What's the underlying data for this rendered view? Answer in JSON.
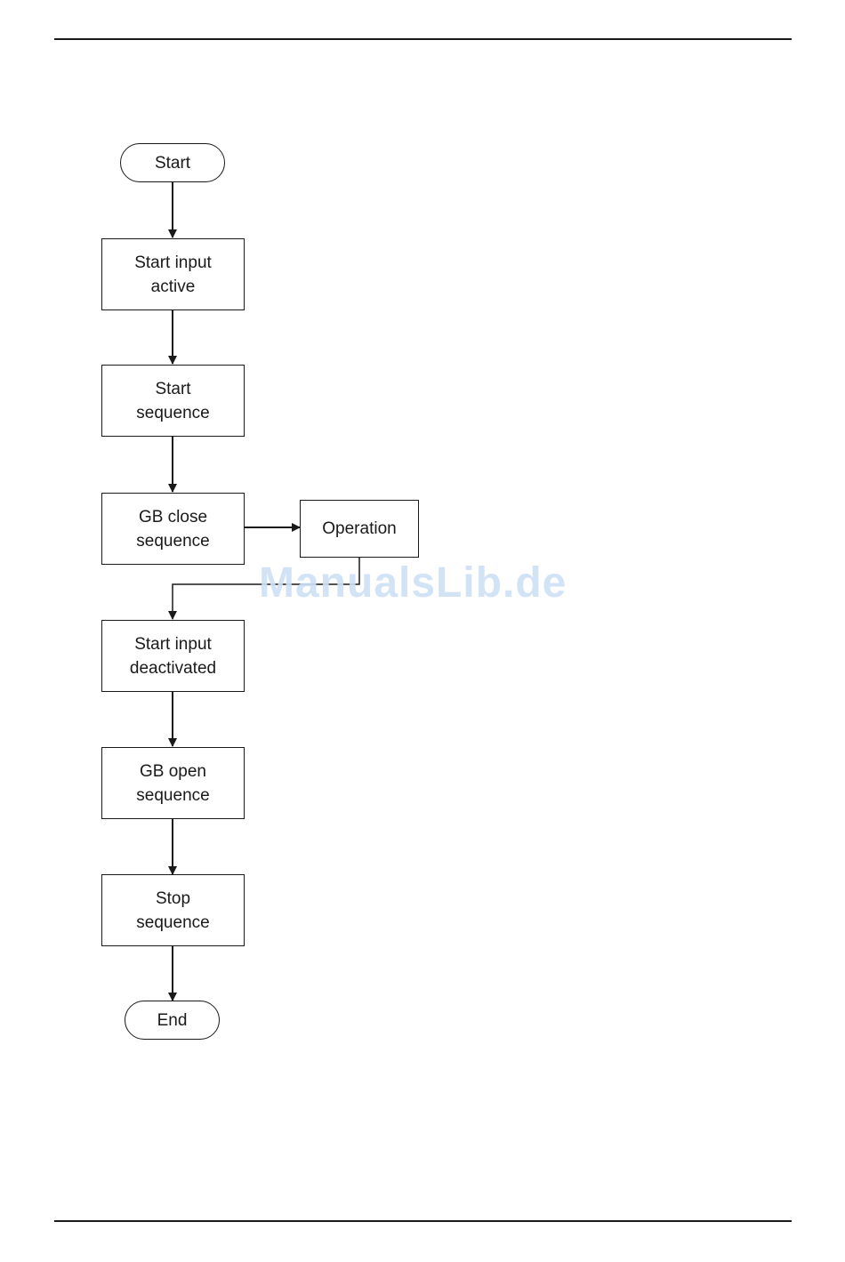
{
  "diagram": {
    "nodes": {
      "start": {
        "lines": [
          "Start"
        ]
      },
      "start_input_active": {
        "lines": [
          "Start input",
          "active"
        ]
      },
      "start_sequence": {
        "lines": [
          "Start",
          "sequence"
        ]
      },
      "gb_close_sequence": {
        "lines": [
          "GB close",
          "sequence"
        ]
      },
      "operation": {
        "lines": [
          "Operation"
        ]
      },
      "start_input_deactivated": {
        "lines": [
          "Start input",
          "deactivated"
        ]
      },
      "gb_open_sequence": {
        "lines": [
          "GB open",
          "sequence"
        ]
      },
      "stop_sequence": {
        "lines": [
          "Stop",
          "sequence"
        ]
      },
      "end": {
        "lines": [
          "End"
        ]
      }
    }
  },
  "watermark": "ManualsLib.de",
  "colors": {
    "stroke": "#1a1a1a",
    "watermark": "#cfe0f6"
  }
}
